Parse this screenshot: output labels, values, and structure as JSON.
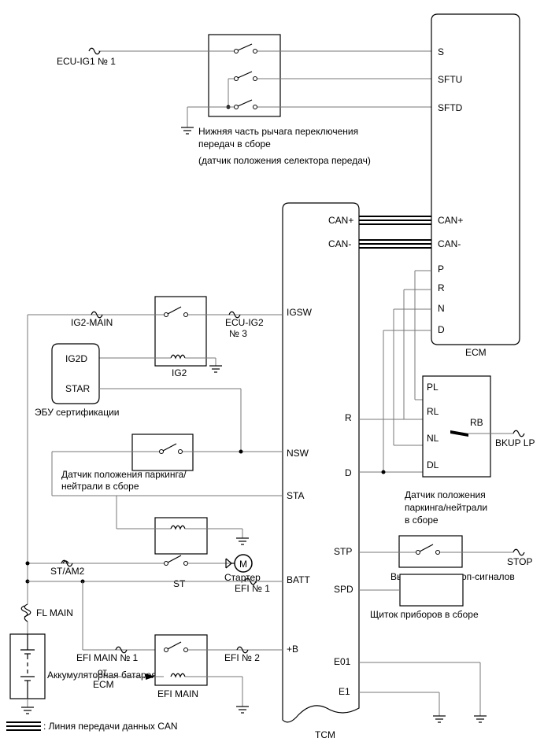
{
  "switch_unit": {
    "label_line1": "Нижняя часть рычага переключения",
    "label_line2": "передач в сборе",
    "label_line3": "(датчик положения селектора передач)"
  },
  "ecm": {
    "name": "ECM",
    "pins": {
      "s": "S",
      "sftu": "SFTU",
      "sftd": "SFTD",
      "can_plus": "CAN+",
      "can_minus": "CAN-",
      "p": "P",
      "r": "R",
      "n": "N",
      "d": "D"
    }
  },
  "tcm": {
    "name": "TCM",
    "pins": {
      "can_plus": "CAN+",
      "can_minus": "CAN-",
      "igsw": "IGSW",
      "nsw": "NSW",
      "sta": "STA",
      "batt": "BATT",
      "plus_b": "+B",
      "r": "R",
      "d": "D",
      "stp": "STP",
      "spd": "SPD",
      "e01": "E01",
      "e1": "E1"
    }
  },
  "fuses": {
    "ecu_ig1": "ECU-IG1 № 1",
    "ig2_main": "IG2-MAIN",
    "ecu_ig2_line1": "ECU-IG2",
    "ecu_ig2_line2": "№ 3",
    "st_am2": "ST/AM2",
    "efi1": "EFI № 1",
    "efi_main1": "EFI MAIN № 1",
    "efi2": "EFI № 2",
    "fl_main": "FL MAIN",
    "bkup_lp": "BKUP LP",
    "stop": "STOP"
  },
  "relays": {
    "ig2": "IG2",
    "st": "ST",
    "efi_main": "EFI MAIN"
  },
  "cert_ecu": {
    "ig2d": "IG2D",
    "star": "STAR",
    "label": "ЭБУ сертификации"
  },
  "pn_sensor_left": {
    "line1": "Датчик положения паркинга/",
    "line2": "нейтрали в сборе"
  },
  "pn_sensor_right": {
    "pins": {
      "pl": "PL",
      "rl": "RL",
      "nl": "NL",
      "dl": "DL",
      "rb": "RB"
    },
    "line1": "Датчик положения",
    "line2": "паркинга/нейтрали",
    "line3": "в сборе"
  },
  "starter": {
    "motor_symbol": "M",
    "label": "Стартер"
  },
  "stop_switch_label": "Выключатель стоп-сигналов",
  "meter_label": "Щиток приборов в сборе",
  "battery_label": "Аккумуляторная батарея",
  "from_ecm_line1": "от",
  "from_ecm_line2": "ECM",
  "legend_label": ": Линия передачи данных CAN"
}
